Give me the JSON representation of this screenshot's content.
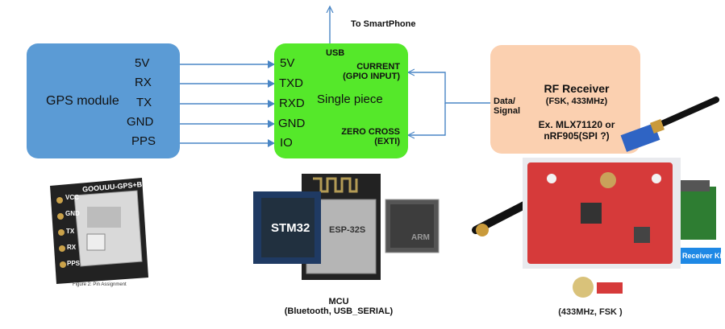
{
  "gps_module": {
    "title": "GPS module",
    "pins": [
      "5V",
      "RX",
      "TX",
      "GND",
      "PPS"
    ],
    "photo_pins": [
      "VCC",
      "GND",
      "TX",
      "RX",
      "PPS"
    ],
    "photo_header": "GOOUUU-GPS+BD",
    "photo_caption": "Figure 2: Pin Assignment"
  },
  "mcu": {
    "title": "Single piece",
    "pins": [
      "5V",
      "TXD",
      "RXD",
      "GND",
      "IO"
    ],
    "usb": "USB",
    "current_line1": "CURRENT",
    "current_line2": "(GPIO INPUT)",
    "zero_line1": "ZERO CROSS",
    "zero_line2": "(EXTI)",
    "to_phone": "To SmartPhone",
    "caption_line1": "MCU",
    "caption_line2": "(Bluetooth, USB_SERIAL)",
    "chip_stm": "STM32",
    "chip_esp": "ESP-32S",
    "chip_arm": "ARM"
  },
  "rf": {
    "title": "RF Receiver",
    "subtitle": "(FSK, 433MHz)",
    "ex_line1": "Ex. MLX71120 or",
    "ex_line2": "nRF905(SPI ?)",
    "data_line1": "Data/",
    "data_line2": "Signal",
    "receiver_kit": "Receiver Kit",
    "caption_partial": "(433MHz, FSK )"
  },
  "colors": {
    "gps": "#5b9bd5",
    "mcu": "#55e82a",
    "rf": "#fbd0b0",
    "wire": "#4a86c5"
  }
}
